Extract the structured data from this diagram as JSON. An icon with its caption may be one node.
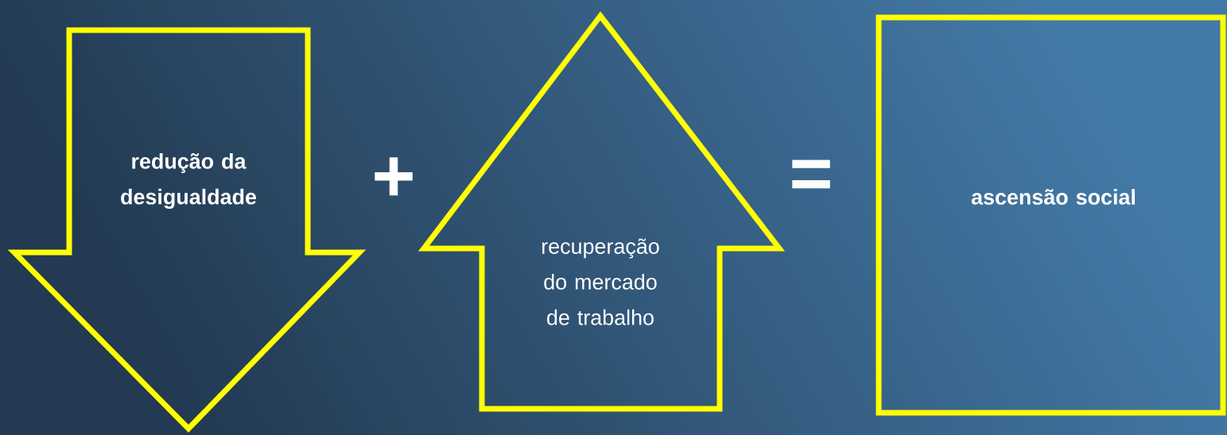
{
  "diagram": {
    "nodes": [
      {
        "text": [
          "**redução da desigualdade**"
        ]
      },
      {
        "text": [
          "recuperação do mercado de trabalho"
        ]
      },
      {
        "text": [
          "**ascensão social**"
        ]
      }
    ],
    "labels": [
      "+",
      "="
    ]
  }
}
